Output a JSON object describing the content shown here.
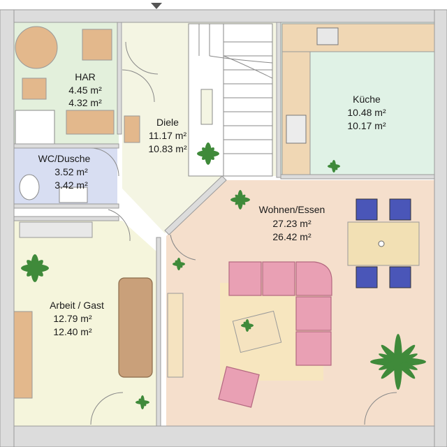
{
  "rooms": {
    "har": {
      "name": "HAR",
      "area_gross": "4.45 m²",
      "area_net": "4.32 m²",
      "color": "#e3f0dc"
    },
    "diele": {
      "name": "Diele",
      "area_gross": "11.17 m²",
      "area_net": "10.83 m²",
      "color": "#f4f5e3"
    },
    "kueche": {
      "name": "Küche",
      "area_gross": "10.48 m²",
      "area_net": "10.17 m²",
      "color": "#e0f2e6"
    },
    "wc": {
      "name": "WC/Dusche",
      "area_gross": "3.52 m²",
      "area_net": "3.42 m²",
      "color": "#d8def2"
    },
    "wohnen": {
      "name": "Wohnen/Essen",
      "area_gross": "27.23 m²",
      "area_net": "26.42 m²",
      "color": "#f5dfcc"
    },
    "arbeit": {
      "name": "Arbeit / Gast",
      "area_gross": "12.79 m²",
      "area_net": "12.40 m²",
      "color": "#f5f5dc"
    }
  },
  "colors": {
    "wall": "#dcdcdc",
    "wall_edge": "#9a9a9a",
    "sofa": "#e9a0b4",
    "chair": "#4a56b8",
    "wood": "#e3b88c",
    "plant": "#3f8a3a"
  },
  "icons": {
    "entrance": "entrance-arrow-icon",
    "plant": "plant-icon"
  }
}
